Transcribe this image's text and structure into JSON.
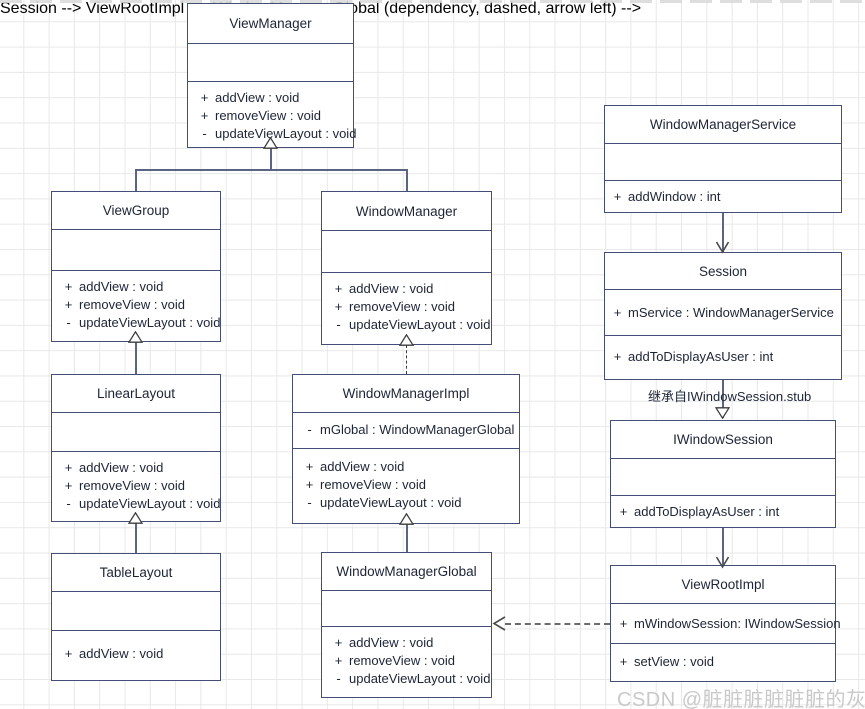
{
  "diagram": {
    "kind": "uml-class-diagram",
    "watermark": "CSDN @脏脏脏脏脏脏的灰",
    "colors": {
      "box_border": "#434f77",
      "connector": "#5b6480",
      "grid": "#e8e8e8",
      "background": "#ffffff",
      "text": "#1d2436",
      "watermark": "#c9c9c9"
    },
    "classes": [
      {
        "id": "view-manager",
        "name": "ViewManager",
        "attributes": [],
        "operations": [
          {
            "visibility": "+",
            "signature": "addView : void"
          },
          {
            "visibility": "+",
            "signature": "removeView : void"
          },
          {
            "visibility": "-",
            "signature": "updateViewLayout : void"
          }
        ]
      },
      {
        "id": "view-group",
        "name": "ViewGroup",
        "attributes": [],
        "operations": [
          {
            "visibility": "+",
            "signature": "addView : void"
          },
          {
            "visibility": "+",
            "signature": "removeView : void"
          },
          {
            "visibility": "-",
            "signature": "updateViewLayout : void"
          }
        ]
      },
      {
        "id": "window-manager",
        "name": "WindowManager",
        "attributes": [],
        "operations": [
          {
            "visibility": "+",
            "signature": "addView : void"
          },
          {
            "visibility": "+",
            "signature": "removeView : void"
          },
          {
            "visibility": "-",
            "signature": "updateViewLayout : void"
          }
        ]
      },
      {
        "id": "linear-layout",
        "name": "LinearLayout",
        "attributes": [],
        "operations": [
          {
            "visibility": "+",
            "signature": "addView : void"
          },
          {
            "visibility": "+",
            "signature": "removeView : void"
          },
          {
            "visibility": "-",
            "signature": "updateViewLayout : void"
          }
        ]
      },
      {
        "id": "window-manager-impl",
        "name": "WindowManagerImpl",
        "attributes": [
          {
            "visibility": "-",
            "signature": "mGlobal : WindowManagerGlobal"
          }
        ],
        "operations": [
          {
            "visibility": "+",
            "signature": "addView : void"
          },
          {
            "visibility": "+",
            "signature": "removeView : void"
          },
          {
            "visibility": "-",
            "signature": "updateViewLayout : void"
          }
        ]
      },
      {
        "id": "table-layout",
        "name": "TableLayout",
        "attributes": [],
        "operations": [
          {
            "visibility": "+",
            "signature": "addView : void"
          }
        ]
      },
      {
        "id": "window-manager-global",
        "name": "WindowManagerGlobal",
        "attributes": [],
        "operations": [
          {
            "visibility": "+",
            "signature": "addView : void"
          },
          {
            "visibility": "+",
            "signature": "removeView : void"
          },
          {
            "visibility": "-",
            "signature": "updateViewLayout : void"
          }
        ]
      },
      {
        "id": "window-manager-service",
        "name": "WindowManagerService",
        "attributes": [],
        "operations": [
          {
            "visibility": "+",
            "signature": "addWindow  :  int"
          }
        ]
      },
      {
        "id": "session",
        "name": "Session",
        "attributes": [
          {
            "visibility": "+",
            "signature": "mService :  WindowManagerService"
          }
        ],
        "operations": [
          {
            "visibility": "+",
            "signature": "addToDisplayAsUser : int"
          }
        ]
      },
      {
        "id": "iwindow-session",
        "name": "IWindowSession",
        "attributes": [],
        "operations": [
          {
            "visibility": "+",
            "signature": "addToDisplayAsUser : int"
          }
        ]
      },
      {
        "id": "view-root-impl",
        "name": "ViewRootImpl",
        "attributes": [
          {
            "visibility": "+",
            "signature": "mWindowSession: IWindowSession"
          }
        ],
        "operations": [
          {
            "visibility": "+",
            "signature": "setView : void"
          }
        ]
      }
    ],
    "edge_labels": [
      {
        "id": "session-inherits-note",
        "text": "继承自IWindowSession.stub"
      }
    ],
    "relationships": [
      {
        "from": "view-group",
        "to": "view-manager",
        "type": "generalization"
      },
      {
        "from": "window-manager",
        "to": "view-manager",
        "type": "generalization"
      },
      {
        "from": "linear-layout",
        "to": "view-group",
        "type": "generalization"
      },
      {
        "from": "table-layout",
        "to": "linear-layout",
        "type": "generalization"
      },
      {
        "from": "window-manager-impl",
        "to": "window-manager",
        "type": "realization"
      },
      {
        "from": "window-manager-global",
        "to": "window-manager-impl",
        "type": "generalization"
      },
      {
        "from": "window-manager-service",
        "to": "session",
        "type": "association"
      },
      {
        "from": "session",
        "to": "iwindow-session",
        "type": "generalization"
      },
      {
        "from": "iwindow-session",
        "to": "view-root-impl",
        "type": "association"
      },
      {
        "from": "view-root-impl",
        "to": "window-manager-global",
        "type": "dependency"
      }
    ]
  }
}
